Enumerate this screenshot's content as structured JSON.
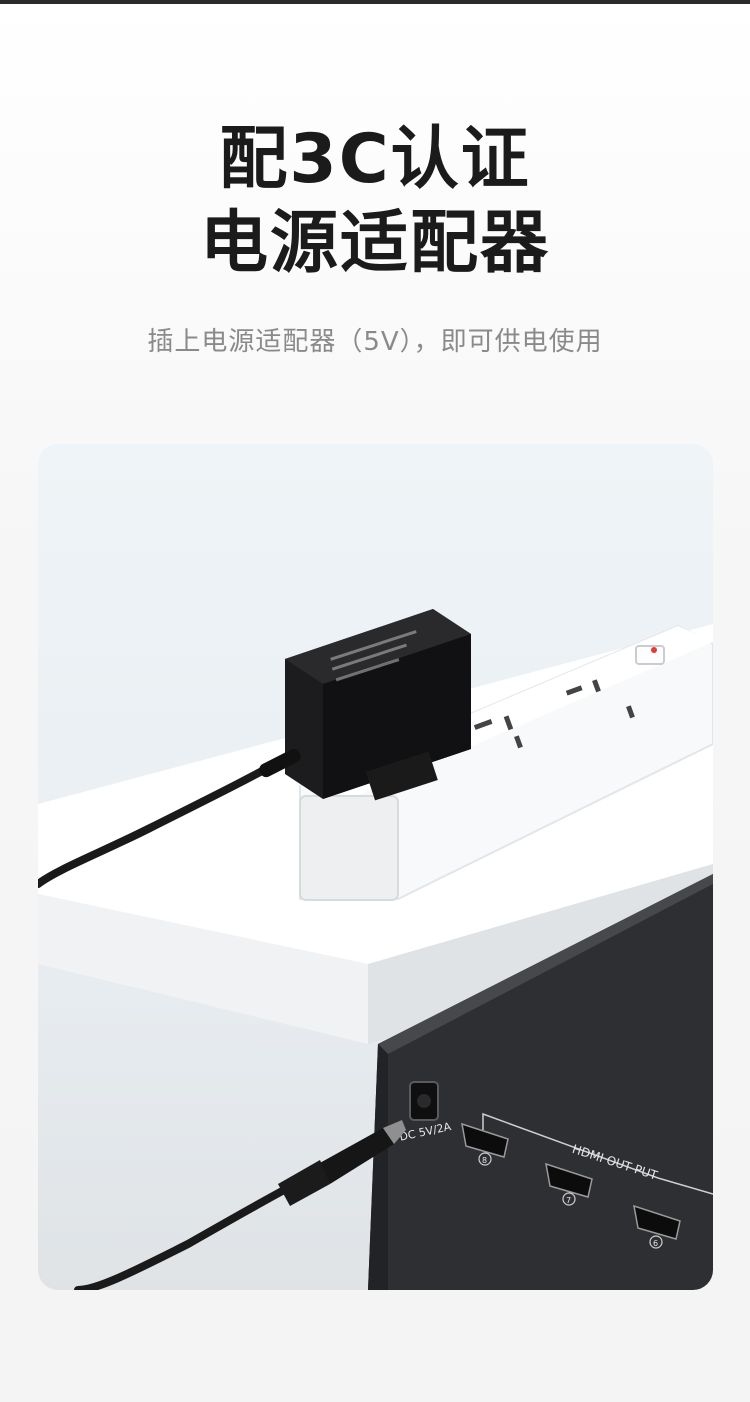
{
  "headline": {
    "line1": "配3C认证",
    "line2": "电源适配器"
  },
  "subtitle": "插上电源适配器（5V），即可供电使用",
  "photo": {
    "port_label": "DC 5V/2A",
    "section_label": "HDMI OUT PUT",
    "port_numbers": [
      "8",
      "7",
      "6"
    ]
  }
}
